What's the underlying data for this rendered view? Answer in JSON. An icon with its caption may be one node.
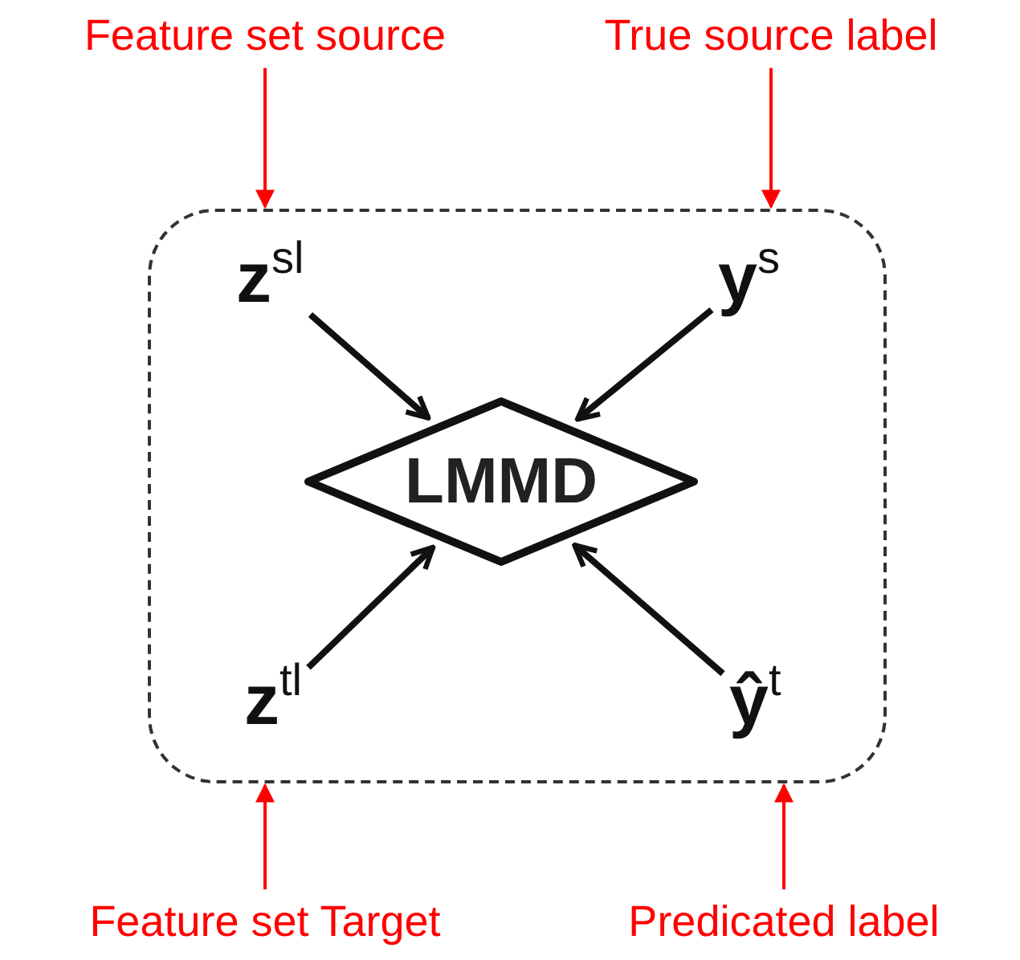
{
  "diagram": {
    "nodes": [
      {
        "text": [],
        "shape": "box"
      },
      {
        "text": [
          "**z**$^{sl}$"
        ],
        "in": 0
      },
      {
        "text": [
          "**y**$^{s}$"
        ],
        "in": 0
      },
      {
        "text": [
          "LMMD"
        ],
        "in": 0
      },
      {
        "text": [
          "**z**$^{tl}$"
        ],
        "in": 0
      },
      {
        "text": [
          "**ŷ**$^{t}$"
        ],
        "in": 0
      },
      {
        "text": [
          "Feature set source"
        ]
      },
      {
        "text": [
          "True source label"
        ]
      },
      {
        "text": [
          "Feature set Target"
        ]
      },
      {
        "text": [
          "Predicated label"
        ]
      }
    ],
    "edges": [
      {
        "from": 1,
        "to": 3,
        "arrow": "to",
        "style": "thick"
      },
      {
        "from": 2,
        "to": 3,
        "arrow": "to",
        "style": "thick"
      },
      {
        "from": 4,
        "to": 3,
        "arrow": "to",
        "style": "thick"
      },
      {
        "from": 5,
        "to": 3,
        "arrow": "to",
        "style": "thick"
      },
      {
        "from": 6,
        "to": 0,
        "arrow": "to",
        "color": "#ff0000"
      },
      {
        "from": 7,
        "to": 0,
        "arrow": "to",
        "color": "#ff0000"
      },
      {
        "from": 8,
        "to": 0,
        "arrow": "to",
        "color": "#ff0000"
      },
      {
        "from": 9,
        "to": 0,
        "arrow": "to",
        "color": "#ff0000"
      }
    ]
  }
}
